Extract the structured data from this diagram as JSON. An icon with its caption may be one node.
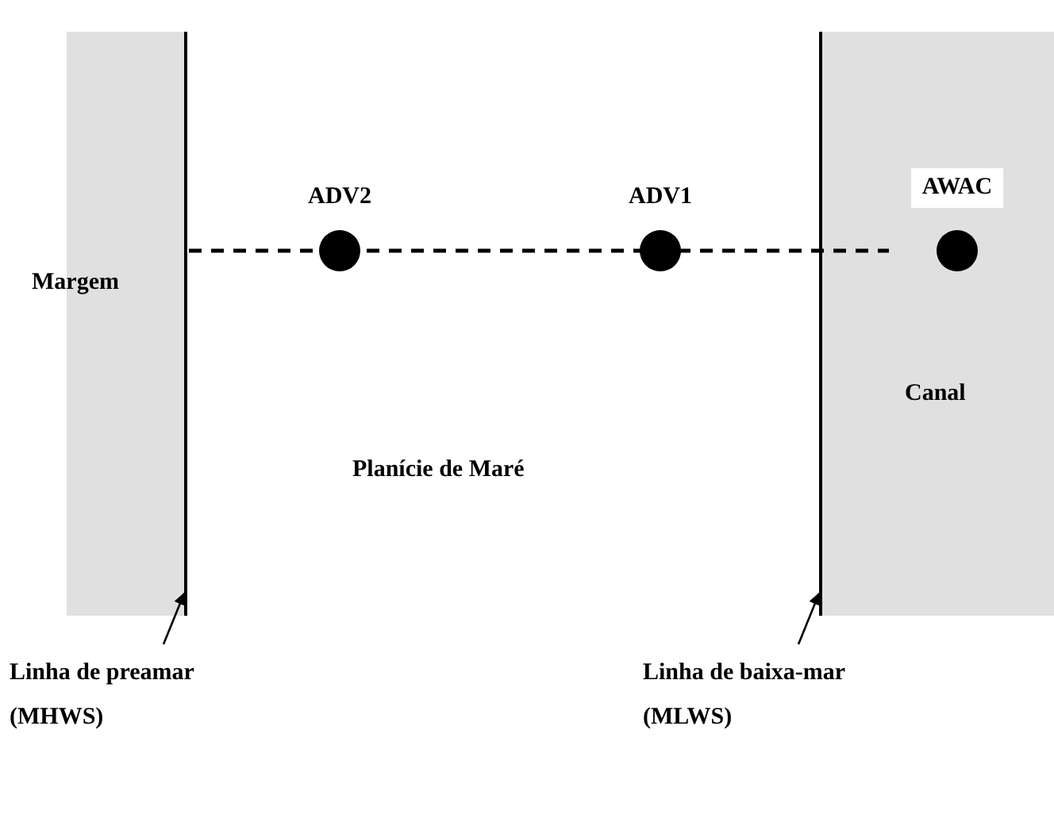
{
  "diagram": {
    "nodes": [
      {
        "text": [
          "Margem"
        ]
      },
      {
        "text": [
          "Planície de Maré"
        ]
      },
      {
        "text": [
          "Canal"
        ]
      },
      {
        "text": [
          "ADV2"
        ],
        "in": 1
      },
      {
        "text": [
          "ADV1"
        ],
        "in": 1
      },
      {
        "text": [
          "AWAC"
        ],
        "in": 2
      },
      {
        "text": [],
        "shape": "line"
      },
      {
        "text": [],
        "shape": "line"
      },
      {
        "text": [
          "Linha de preamar (MHWS)"
        ]
      },
      {
        "text": [
          "Linha de baixa-mar (MLWS)"
        ]
      }
    ],
    "edges": [
      {
        "from": 8,
        "to": 6,
        "arrow": "to"
      },
      {
        "from": 9,
        "to": 7,
        "arrow": "to"
      }
    ]
  }
}
